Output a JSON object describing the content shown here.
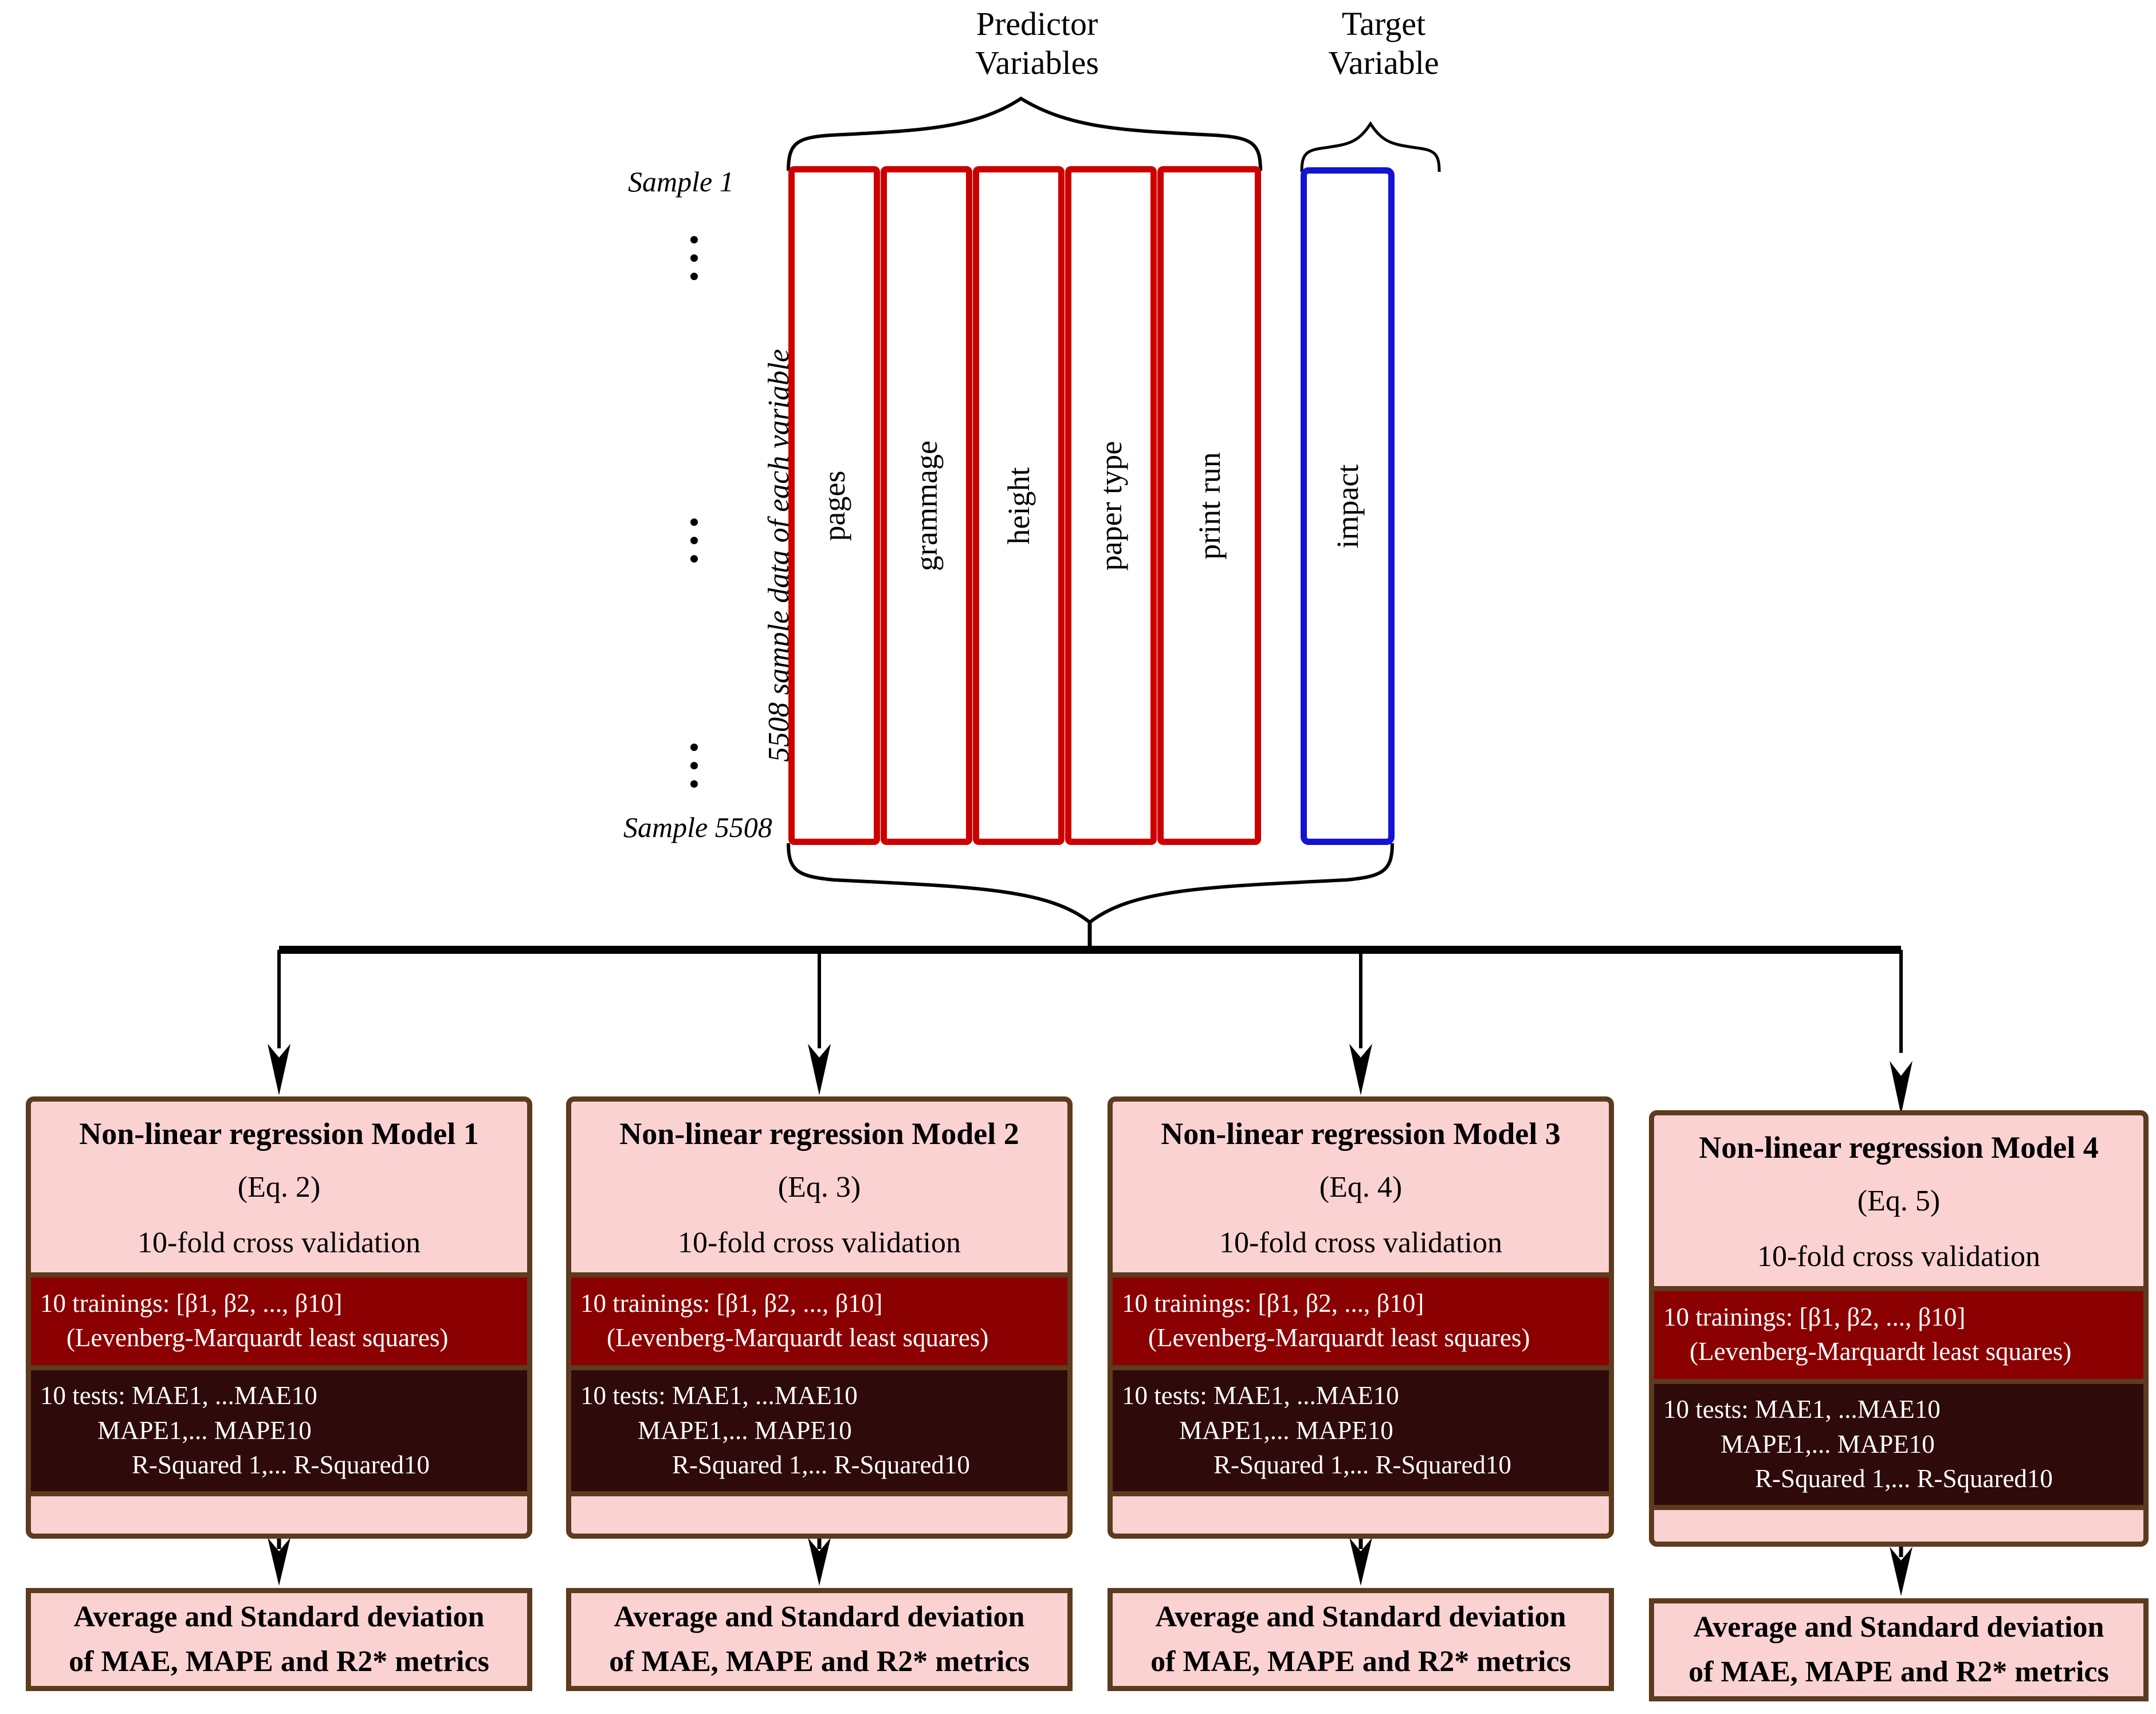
{
  "header": {
    "predictor_label_line1": "Predictor",
    "predictor_label_line2": "Variables",
    "target_label_line1": "Target",
    "target_label_line2": "Variable"
  },
  "dataset": {
    "sample_first": "Sample 1",
    "sample_last": "Sample 5508",
    "side_label": "5508 sample data of each variable",
    "predictor_columns": [
      "pages",
      "grammage",
      "height",
      "paper type",
      "print run"
    ],
    "target_columns": [
      "impact"
    ],
    "predictor_color": "#cc0000",
    "target_color": "#1414d2"
  },
  "models": [
    {
      "title": "Non-linear regression Model 1",
      "equation": "(Eq. 2)",
      "validation": "10-fold cross validation",
      "training_line1": "10 trainings: [β1, β2, ..., β10]",
      "training_line2": "(Levenberg-Marquardt least squares)",
      "test_line1": "10 tests: MAE1, ...MAE10",
      "test_line2": "MAPE1,... MAPE10",
      "test_line3": "R-Squared 1,... R-Squared10",
      "result_line1": "Average and Standard deviation",
      "result_line2": "of MAE, MAPE and R2* metrics"
    },
    {
      "title": "Non-linear regression Model 2",
      "equation": "(Eq. 3)",
      "validation": "10-fold cross validation",
      "training_line1": "10 trainings: [β1, β2, ..., β10]",
      "training_line2": "(Levenberg-Marquardt least squares)",
      "test_line1": "10 tests: MAE1, ...MAE10",
      "test_line2": "MAPE1,... MAPE10",
      "test_line3": "R-Squared 1,... R-Squared10",
      "result_line1": "Average and Standard deviation",
      "result_line2": "of MAE, MAPE and R2* metrics"
    },
    {
      "title": "Non-linear regression Model 3",
      "equation": "(Eq. 4)",
      "validation": "10-fold cross validation",
      "training_line1": "10 trainings: [β1, β2, ..., β10]",
      "training_line2": "(Levenberg-Marquardt least squares)",
      "test_line1": "10 tests: MAE1, ...MAE10",
      "test_line2": "MAPE1,... MAPE10",
      "test_line3": "R-Squared 1,... R-Squared10",
      "result_line1": "Average and Standard deviation",
      "result_line2": "of MAE, MAPE and R2* metrics"
    },
    {
      "title": "Non-linear regression Model 4",
      "equation": "(Eq. 5)",
      "validation": "10-fold cross validation",
      "training_line1": "10 trainings: [β1, β2, ..., β10]",
      "training_line2": "(Levenberg-Marquardt least squares)",
      "test_line1": "10 tests: MAE1, ...MAE10",
      "test_line2": "MAPE1,... MAPE10",
      "test_line3": "R-Squared 1,... R-Squared10",
      "result_line1": "Average and Standard deviation",
      "result_line2": "of MAE, MAPE and R2* metrics"
    }
  ],
  "colors": {
    "pink": "#fbd2d2",
    "box_border": "#5c3b1e",
    "training_band": "#8b0000",
    "test_band": "#2e0a0a"
  }
}
